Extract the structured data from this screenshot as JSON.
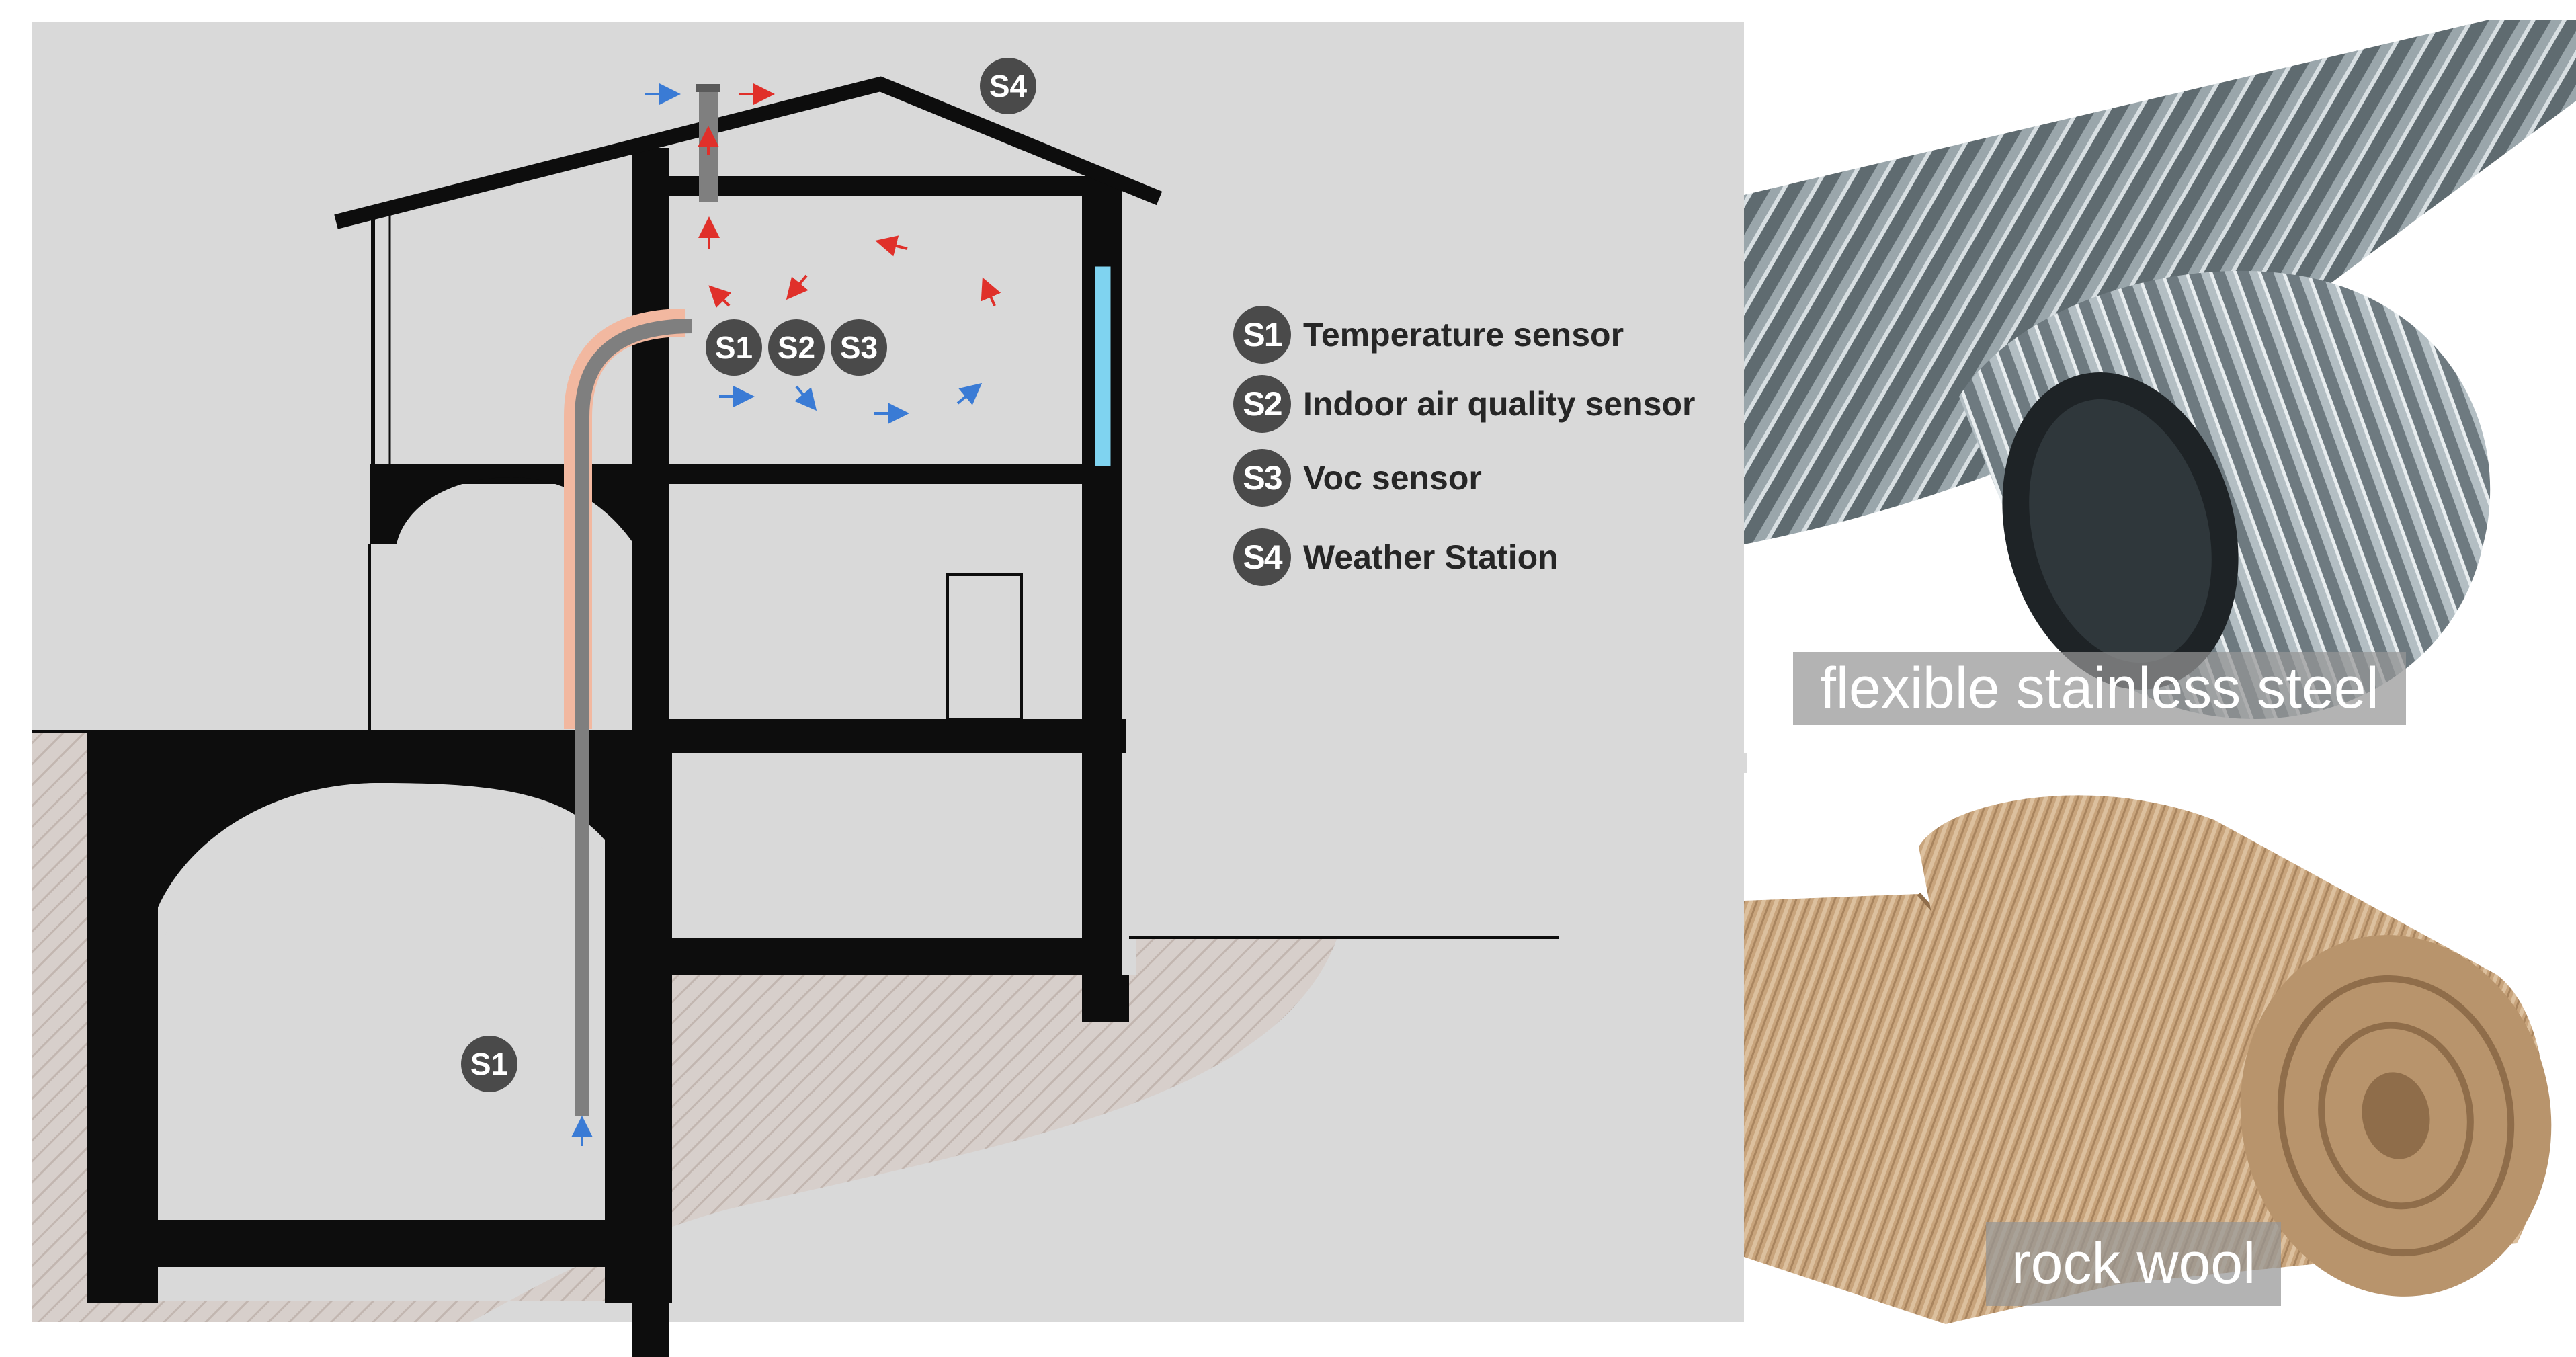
{
  "diagram": {
    "badges": {
      "roof": "S4",
      "room": [
        "S1",
        "S2",
        "S3"
      ],
      "cellar": "S1"
    },
    "legend": [
      {
        "badge": "S1",
        "label": "Temperature sensor"
      },
      {
        "badge": "S2",
        "label": "Indoor air quality sensor"
      },
      {
        "badge": "S3",
        "label": "Voc sensor"
      },
      {
        "badge": "S4",
        "label": "Weather Station"
      }
    ],
    "colors": {
      "background": "#d9d9d9",
      "structure": "#0d0d0d",
      "pipe": "#7f7f7f",
      "insulation": "#f2b8a0",
      "arrow_cold": "#3a7bd5",
      "arrow_warm": "#e0302a",
      "window": "#7fd3f0",
      "badge": "#4a4a4a"
    }
  },
  "photos": [
    {
      "caption": "flexible stainless steel",
      "icon": "flexible-duct-icon"
    },
    {
      "caption": "rock wool",
      "icon": "rock-wool-roll-icon"
    }
  ]
}
